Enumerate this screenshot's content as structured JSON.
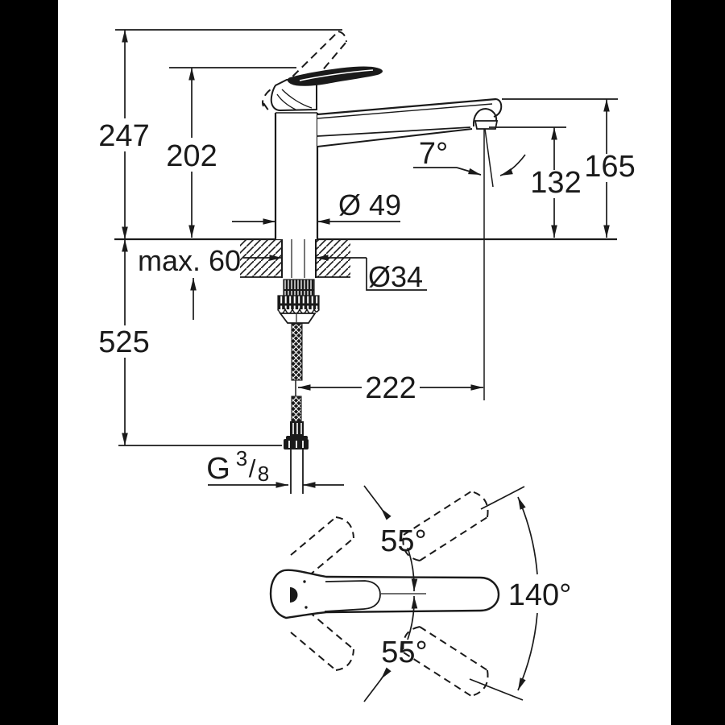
{
  "colors": {
    "ink": "#1a1a1a",
    "background": "#ffffff",
    "side_mask": "#000000"
  },
  "side_view": {
    "dim_overall_height": "247",
    "dim_lever_height": "202",
    "dim_outlet_height": "132",
    "dim_spout_end_height": "165",
    "dim_stream_angle": "7°",
    "dim_body_diameter": "Ø 49",
    "dim_counter_thickness": "max. 60",
    "dim_shank_diameter": "Ø34",
    "dim_length_below_counter": "525",
    "dim_spout_reach": "222",
    "thread": {
      "prefix": "G",
      "numerator": "3",
      "slash": "/",
      "denominator": "8"
    }
  },
  "top_view": {
    "dim_handle_swing_up": "55°",
    "dim_handle_swing_down": "55°",
    "dim_handle_swing_total": "140°"
  }
}
